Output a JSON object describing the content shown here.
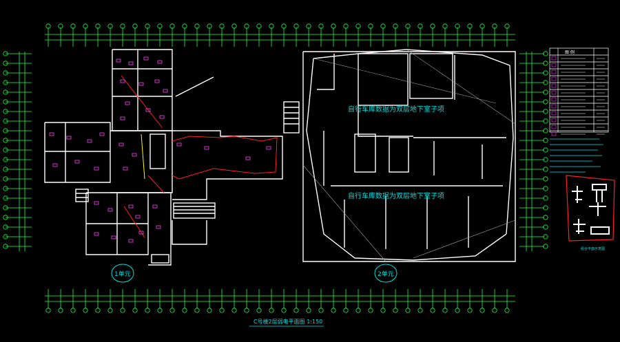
{
  "drawing": {
    "title": "C号楼2层弱电平面图 1:150",
    "unit_labels": [
      "1单元",
      "2单元"
    ],
    "basement_notes": [
      "自行车库数据为双层地下室子项",
      "自行车库数据为双层地下室子项"
    ],
    "legend_title": "图  例",
    "thumbnail_caption": "组合平面示意图",
    "colors": {
      "axis": "#20ff40",
      "wall": "#ffffff",
      "text": "#00e0e0",
      "cable": "#ff2020",
      "device": "#ff40ff",
      "highlight": "#ffff00",
      "frame": "#ff2020"
    }
  }
}
